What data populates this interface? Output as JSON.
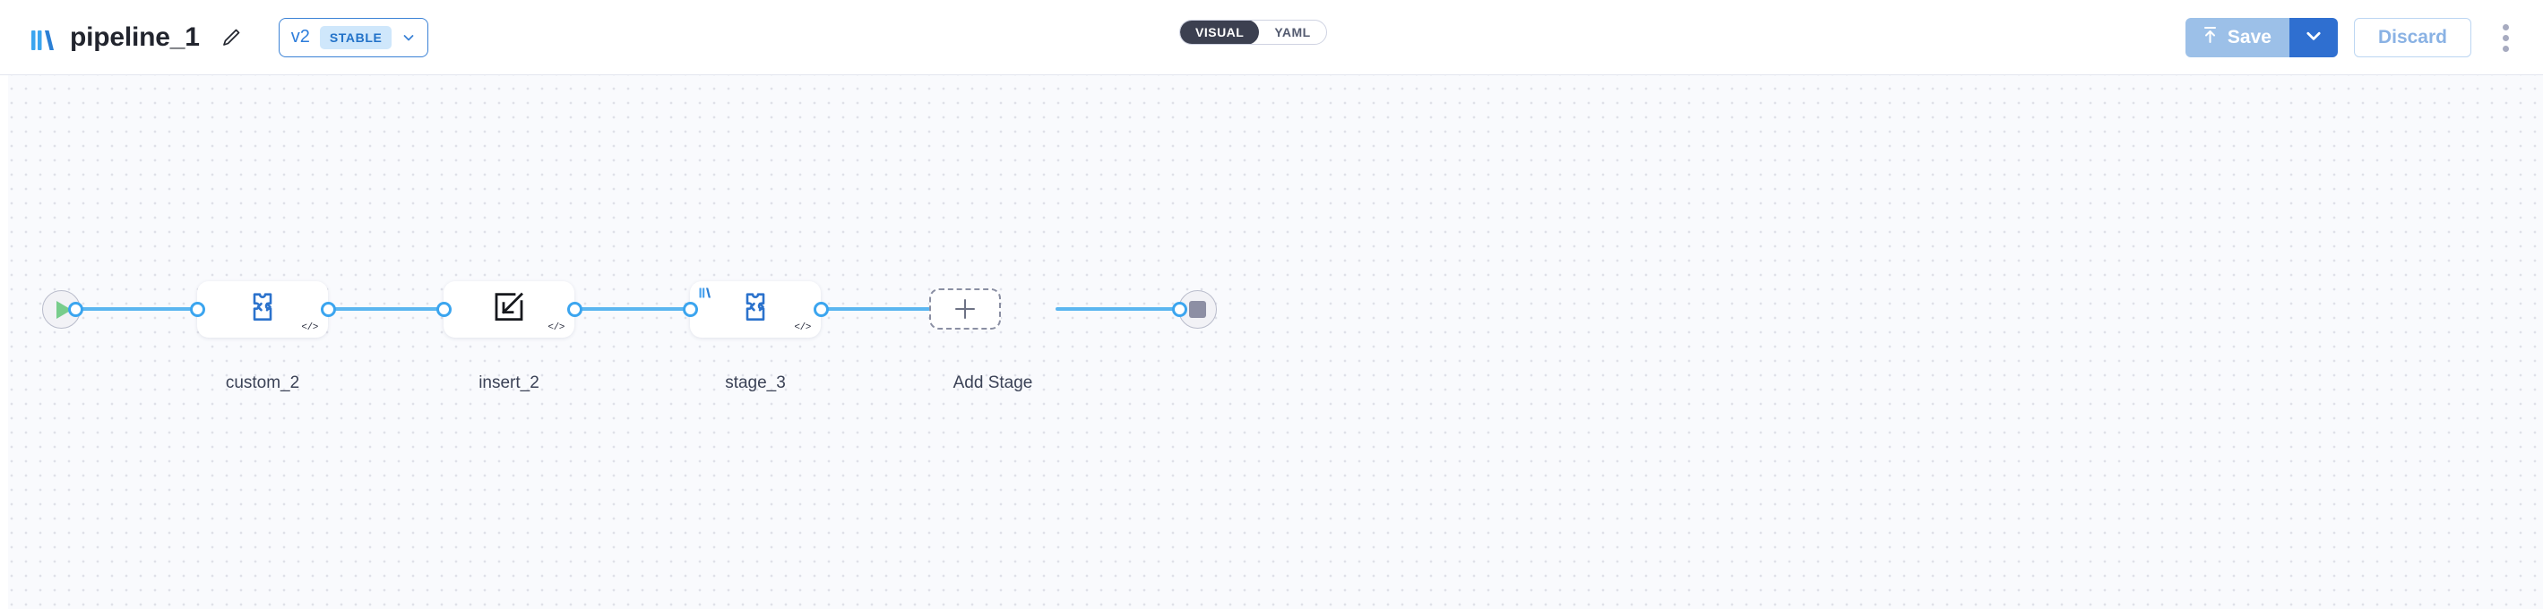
{
  "header": {
    "logo_icon": "pipeline-bars-logo",
    "title": "pipeline_1",
    "edit_icon": "pencil-icon",
    "version": {
      "label": "v2",
      "badge": "STABLE",
      "chevron_icon": "chevron-down-icon"
    },
    "view_toggle": {
      "options": [
        {
          "label": "VISUAL",
          "active": true
        },
        {
          "label": "YAML",
          "active": false
        }
      ]
    },
    "actions": {
      "save_label": "Save",
      "save_icon": "upload-arrow-icon",
      "save_caret_icon": "chevron-down-icon",
      "discard_label": "Discard",
      "menu_icon": "kebab-menu-icon"
    },
    "colors": {
      "accent_blue": "#2f6fd0",
      "save_muted": "#9cc0e8",
      "badge_bg": "#cfe7fb",
      "badge_text": "#2272c8",
      "toggle_active_bg": "#3c4050"
    }
  },
  "canvas": {
    "start_node": {
      "name": "start",
      "icon": "play-icon"
    },
    "end_node": {
      "name": "end",
      "icon": "stop-icon"
    },
    "stages": [
      {
        "label": "custom_2",
        "icon": "puzzle-code-icon",
        "code_badge": "</>",
        "has_bars_badge": false
      },
      {
        "label": "insert_2",
        "icon": "insert-into-icon",
        "code_badge": "</>",
        "has_bars_badge": false
      },
      {
        "label": "stage_3",
        "icon": "puzzle-code-icon",
        "code_badge": "</>",
        "has_bars_badge": true
      }
    ],
    "add_stage": {
      "label": "Add Stage",
      "icon": "plus-icon"
    },
    "edge_color": "#5bb6f0",
    "port_color": "#3ba5ef"
  }
}
